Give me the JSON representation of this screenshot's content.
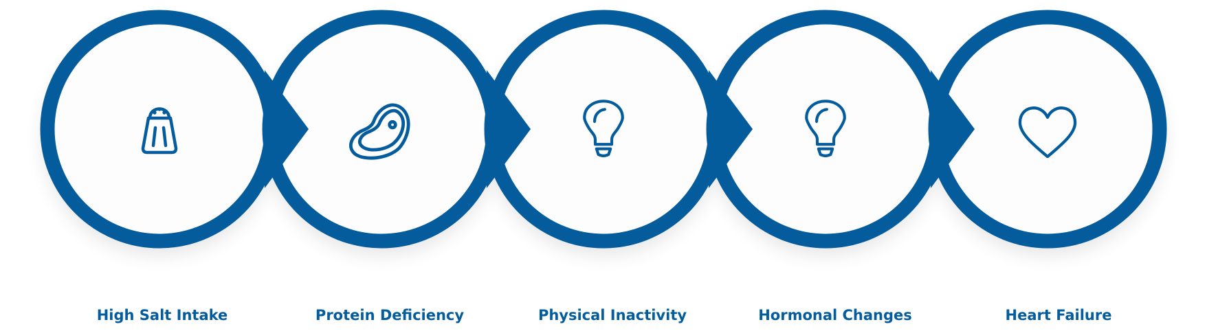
{
  "colors": {
    "accent": "#045C9C",
    "circle_fill": "#FDFDFD",
    "background": "#FFFFFF"
  },
  "steps": [
    {
      "label": "High Salt Intake",
      "icon": "salt-shaker-icon"
    },
    {
      "label": "Protein Deficiency",
      "icon": "steak-icon"
    },
    {
      "label": "Physical Inactivity",
      "icon": "lightbulb-icon"
    },
    {
      "label": "Hormonal Changes",
      "icon": "lightbulb-icon"
    },
    {
      "label": "Heart Failure",
      "icon": "heart-icon"
    }
  ]
}
